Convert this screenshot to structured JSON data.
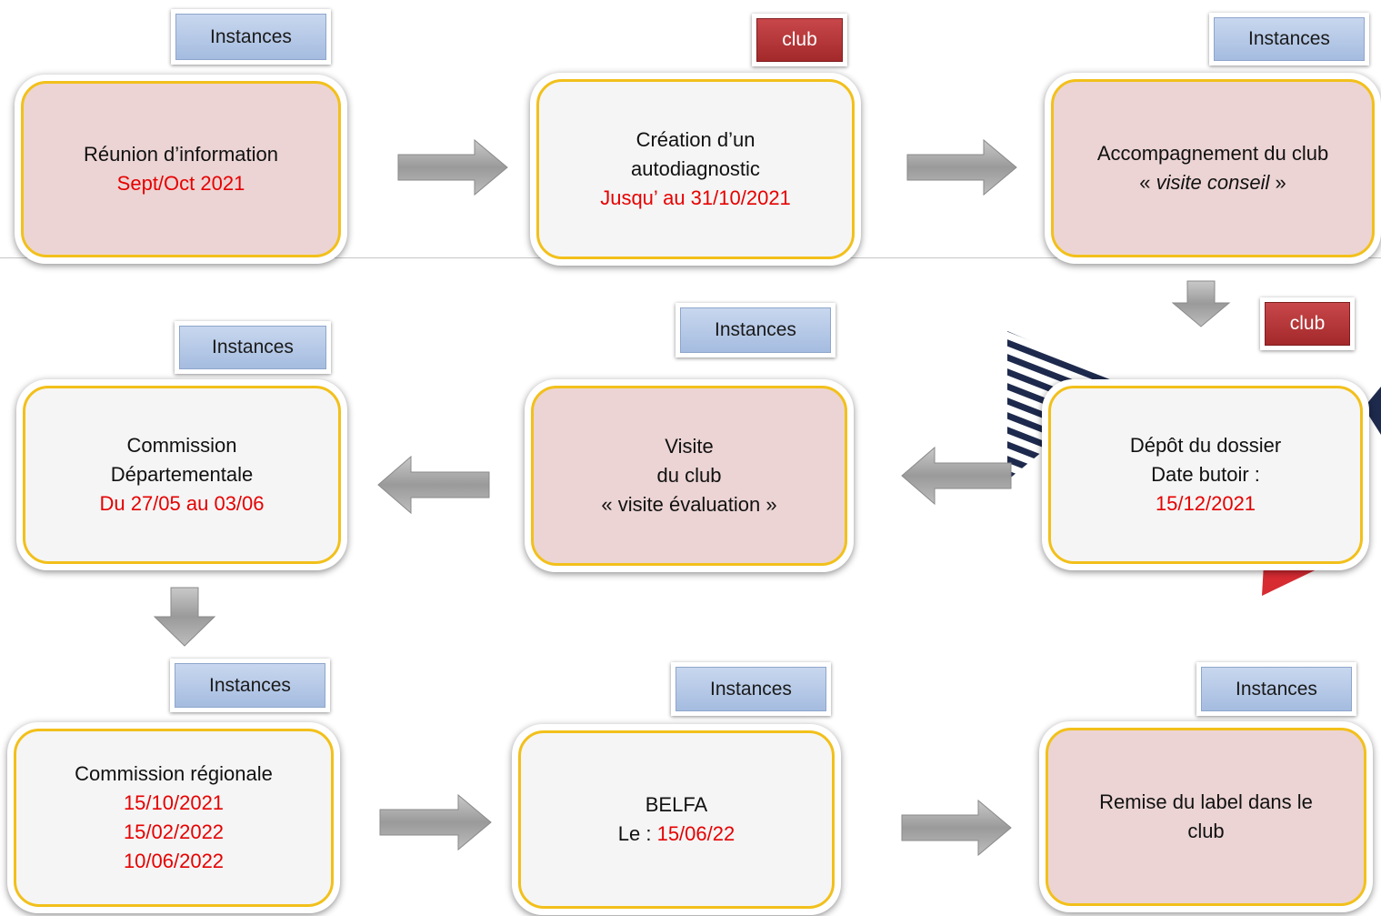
{
  "tags": [
    {
      "id": "tag-1",
      "kind": "instances",
      "label": "Instances"
    },
    {
      "id": "tag-2",
      "kind": "club",
      "label": "club"
    },
    {
      "id": "tag-3",
      "kind": "instances",
      "label": "Instances"
    },
    {
      "id": "tag-4",
      "kind": "club",
      "label": "club"
    },
    {
      "id": "tag-5",
      "kind": "instances",
      "label": "Instances"
    },
    {
      "id": "tag-6",
      "kind": "instances",
      "label": "Instances"
    },
    {
      "id": "tag-7",
      "kind": "instances",
      "label": "Instances"
    },
    {
      "id": "tag-8",
      "kind": "instances",
      "label": "Instances"
    },
    {
      "id": "tag-9",
      "kind": "instances",
      "label": "Instances"
    }
  ],
  "steps": {
    "reunion": {
      "line1": "Réunion d’information",
      "date": "Sept/Oct 2021"
    },
    "creation": {
      "line1": "Création d’un",
      "line2": "autodiagnostic",
      "date": "Jusqu’ au 31/10/2021"
    },
    "accompagnement": {
      "line1": "Accompagnement du club",
      "open": "« ",
      "italic": "visite conseil",
      "close": " »"
    },
    "depot": {
      "line1": "Dépôt du dossier",
      "line2": "Date butoir :",
      "date": "15/12/2021"
    },
    "visite": {
      "line1": "Visite",
      "line2": "du club",
      "line3": "« visite évaluation »"
    },
    "commission_dep": {
      "line1": "Commission",
      "line2": "Départementale",
      "date": "Du 27/05 au 03/06"
    },
    "commission_reg": {
      "line1": "Commission régionale",
      "dates": [
        "15/10/2021",
        "15/02/2022",
        "10/06/2022"
      ]
    },
    "belfa": {
      "line1": "BELFA",
      "prefix": "Le : ",
      "date": "15/06/22"
    },
    "remise": {
      "line1": "Remise du label dans le",
      "line2": "club"
    }
  },
  "colors": {
    "pink_box": "#ecd4d4",
    "grey_box": "#f5f5f5",
    "border_gold": "#f2c01b",
    "date_red": "#e60000",
    "instances_blue": "#b4c7e7",
    "club_red": "#b3363a",
    "arrow_grey": "#a6a6a6",
    "stripe_navy": "#1e2a4d"
  }
}
